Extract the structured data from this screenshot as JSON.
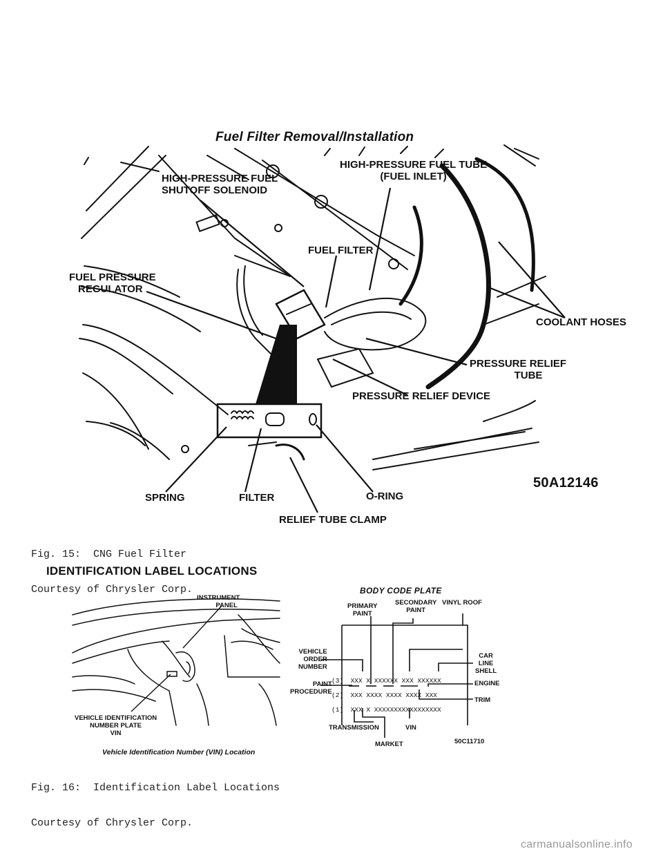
{
  "figure15": {
    "title": "Fuel Filter Removal/Installation",
    "code": "50A12146",
    "labels": {
      "shutoff_solenoid_1": "HIGH-PRESSURE FUEL",
      "shutoff_solenoid_2": "SHUTOFF SOLENOID",
      "fuel_tube_1": "HIGH-PRESSURE FUEL TUBE",
      "fuel_tube_2": "(FUEL INLET)",
      "fuel_filter": "FUEL FILTER",
      "regulator_1": "FUEL PRESSURE",
      "regulator_2": "REGULATOR",
      "coolant_hoses": "COOLANT HOSES",
      "relief_tube_1": "PRESSURE RELIEF",
      "relief_tube_2": "TUBE",
      "relief_device": "PRESSURE RELIEF DEVICE",
      "spring": "SPRING",
      "filter": "FILTER",
      "oring": "O-RING",
      "relief_clamp": "RELIEF TUBE CLAMP"
    },
    "caption_1": "Fig. 15:  CNG Fuel Filter",
    "caption_2": "Courtesy of Chrysler Corp."
  },
  "figure16": {
    "heading": "IDENTIFICATION LABEL LOCATIONS",
    "left": {
      "instrument_panel_1": "INSTRUMENT",
      "instrument_panel_2": "PANEL",
      "vin_plate_1": "VEHICLE IDENTIFICATION",
      "vin_plate_2": "NUMBER PLATE",
      "vin_plate_3": "VIN",
      "caption": "Vehicle Identification Number (VIN) Location"
    },
    "right": {
      "title": "BODY CODE PLATE",
      "primary_paint_1": "PRIMARY",
      "primary_paint_2": "PAINT",
      "secondary_paint_1": "SECONDARY",
      "secondary_paint_2": "PAINT",
      "vinyl_roof": "VINYL ROOF",
      "vehicle_order_1": "VEHICLE",
      "vehicle_order_2": "ORDER",
      "vehicle_order_3": "NUMBER",
      "car_line_1": "CAR",
      "car_line_2": "LINE",
      "car_line_3": "SHELL",
      "paint_procedure_1": "PAINT",
      "paint_procedure_2": "PROCEDURE",
      "engine": "ENGINE",
      "trim": "TRIM",
      "transmission": "TRANSMISSION",
      "market": "MARKET",
      "vin": "VIN",
      "code": "50C11710",
      "rows": [
        {
          "num": "(3)",
          "text": "XXX  X  XXXXXX  XXX  XXXXXX"
        },
        {
          "num": "(2)",
          "text": "XXX  XXXX  XXXX  XXXX  XXX"
        },
        {
          "num": "(1)",
          "text": "XXX  X    XXXXXXXXXXXXXXXXX"
        }
      ]
    },
    "caption_1": "Fig. 16:  Identification Label Locations",
    "caption_2": "Courtesy of Chrysler Corp."
  },
  "watermark": "carmanualsonline.info"
}
